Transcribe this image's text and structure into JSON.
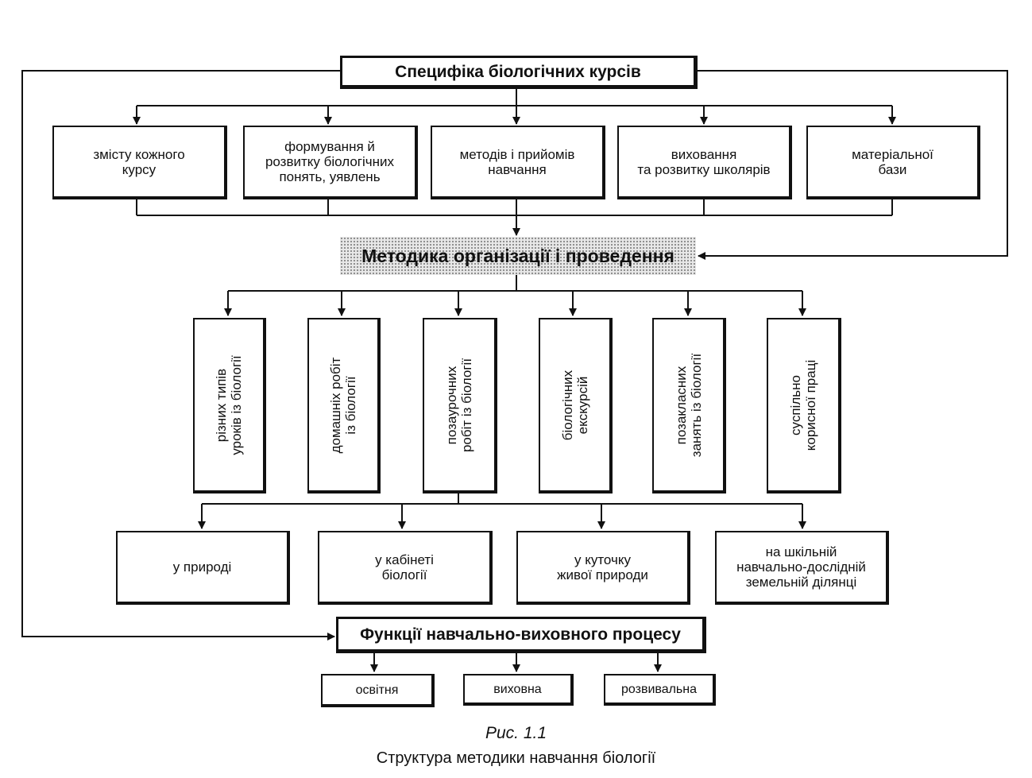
{
  "nodes": {
    "specifics": "Специфіка біологічних курсів",
    "content": "змісту кожного\nкурсу",
    "concepts": "формування й\nрозвитку біологічних\nпонять, уявлень",
    "methods": "методів і прийомів\nнавчання",
    "upbringing": "виховання\nта розвитку школярів",
    "material": "матеріальної\nбази",
    "methodology": "Методика організації і проведення",
    "lessons": "різних типів\nуроків із біології",
    "homework": "домашніх робіт\nіз біології",
    "extracurricular_work": "позаурочних\nробіт із біології",
    "excursions": "біологічних\nекскурсій",
    "extracurricular_classes": "позакласних\nзанять із біології",
    "useful_labor": "суспільно\nкорисної праці",
    "nature": "у природі",
    "cabinet": "у кабінеті\nбіології",
    "living_corner": "у куточку\nживої природи",
    "school_plot": "на шкільній\nнавчально-дослідній\nземельній ділянці",
    "functions": "Функції навчально-виховного процесу",
    "educational": "освітня",
    "upbringing_fn": "виховна",
    "developmental": "розвивальна"
  },
  "caption": {
    "number": "Рис. 1.1",
    "text": "Структура методики навчання біології"
  }
}
